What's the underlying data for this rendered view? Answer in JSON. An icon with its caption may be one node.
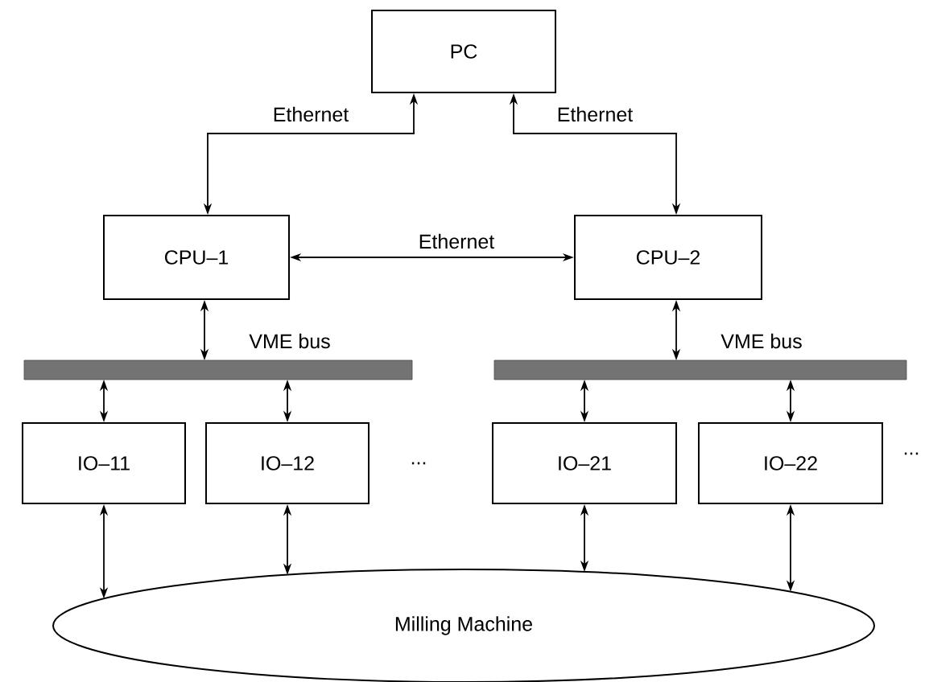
{
  "diagram": {
    "nodes": [
      {
        "text": [
          "PC"
        ]
      },
      {
        "text": [
          "CPU–1"
        ]
      },
      {
        "text": [
          "CPU–2"
        ]
      },
      {
        "text": [],
        "shape": "bar"
      },
      {
        "text": [],
        "shape": "bar"
      },
      {
        "text": [
          "IO–11"
        ]
      },
      {
        "text": [
          "IO–12"
        ]
      },
      {
        "text": [
          "IO–21"
        ]
      },
      {
        "text": [
          "IO–22"
        ]
      },
      {
        "text": [
          "Milling Machine"
        ]
      }
    ],
    "edges": [
      {
        "from": 0,
        "to": 1,
        "arrow": "both",
        "label": "Ethernet"
      },
      {
        "from": 0,
        "to": 2,
        "arrow": "both",
        "label": "Ethernet"
      },
      {
        "from": 1,
        "to": 2,
        "arrow": "both",
        "label": "Ethernet"
      },
      {
        "from": 1,
        "to": 3,
        "arrow": "both",
        "label": "VME bus"
      },
      {
        "from": 2,
        "to": 4,
        "arrow": "both",
        "label": "VME bus"
      },
      {
        "from": 3,
        "to": 5,
        "arrow": "both"
      },
      {
        "from": 3,
        "to": 6,
        "arrow": "both"
      },
      {
        "from": 4,
        "to": 7,
        "arrow": "both"
      },
      {
        "from": 4,
        "to": 8,
        "arrow": "both"
      },
      {
        "from": 5,
        "to": 9,
        "arrow": "both"
      },
      {
        "from": 6,
        "to": 9,
        "arrow": "both"
      },
      {
        "from": 7,
        "to": 9,
        "arrow": "both"
      },
      {
        "from": 8,
        "to": 9,
        "arrow": "both"
      }
    ],
    "labels": [
      "...",
      "..."
    ]
  }
}
